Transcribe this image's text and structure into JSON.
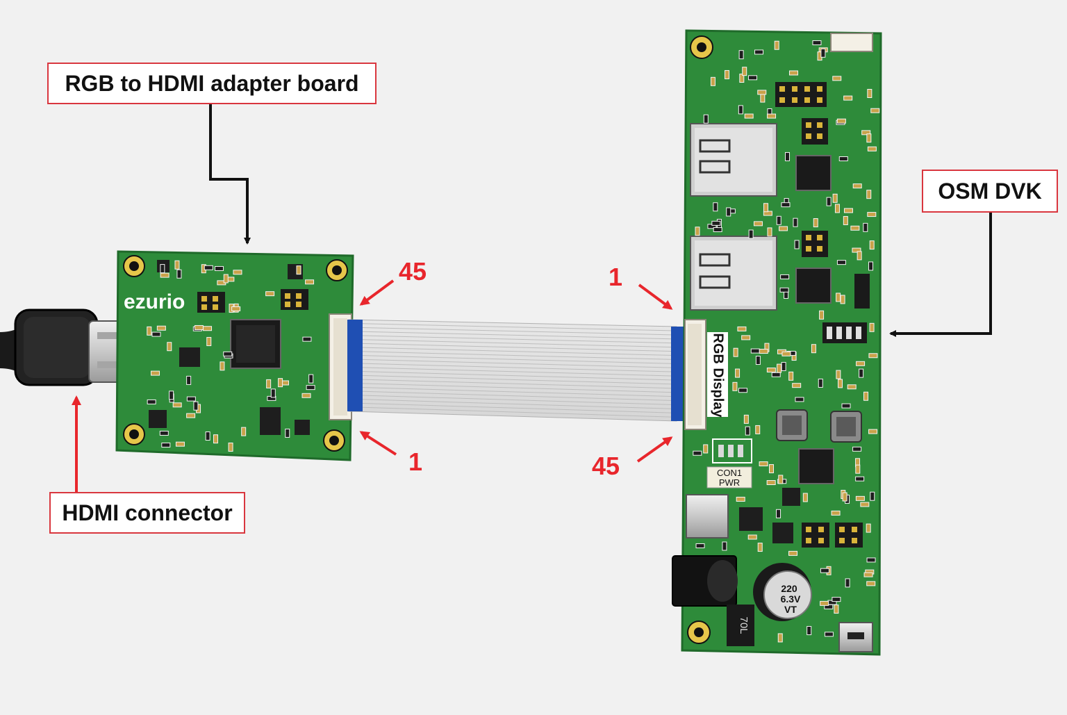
{
  "callouts": {
    "adapter_board": "RGB to HDMI adapter board",
    "hdmi_connector": "HDMI connector",
    "osm_dvk": "OSM DVK"
  },
  "pin_labels": {
    "adapter_top": "45",
    "adapter_bottom": "1",
    "dvk_top": "1",
    "dvk_bottom": "45"
  },
  "silkscreen": {
    "brand": "ezurio",
    "rgb_display": "RGB Display",
    "con1": "CON1",
    "pwr": "PWR",
    "capacitor_line1": "220",
    "capacitor_line2": "6.3V",
    "capacitor_line3": "VT",
    "inductor": "70L"
  },
  "colors": {
    "pcb": "#2e8b3a",
    "pcb_edge": "#1f6a2a",
    "accent_red": "#e8262c",
    "callout_border": "#d9363e",
    "ribbon_stiffener": "#1f4fb3"
  }
}
